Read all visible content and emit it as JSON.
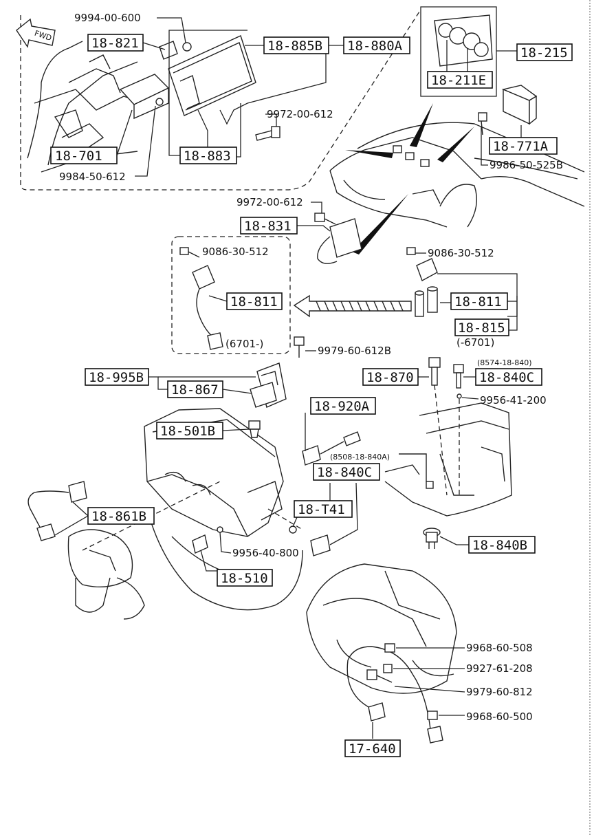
{
  "fwd_label": "FWD",
  "part_boxes": {
    "p18_821": "18-821",
    "p18_885b": "18-885B",
    "p18_880a": "18-880A",
    "p18_215": "18-215",
    "p18_211e": "18-211E",
    "p18_701": "18-701",
    "p18_883": "18-883",
    "p18_771a": "18-771A",
    "p18_831": "18-831",
    "p18_811_left": "18-811",
    "p18_811_right": "18-811",
    "p18_815": "18-815",
    "p18_995b": "18-995B",
    "p18_867": "18-867",
    "p18_870": "18-870",
    "p18_840c_top": "18-840C",
    "p18_920a": "18-920A",
    "p18_501b": "18-501B",
    "p18_840c_mid": "18-840C",
    "p18_t41": "18-T41",
    "p18_861b": "18-861B",
    "p18_840b": "18-840B",
    "p18_510": "18-510",
    "p17_640": "17-640"
  },
  "callouts": {
    "c9994_00_600": "9994-00-600",
    "c9972_00_612_top": "9972-00-612",
    "c9984_50_612": "9984-50-612",
    "c9986_50_525b": "9986-50-525B",
    "c9972_00_612_mid": "9972-00-612",
    "c9086_30_512_left": "9086-30-512",
    "c9086_30_512_right": "9086-30-512",
    "c9979_60_612b": "9979-60-612B",
    "c9956_41_200": "9956-41-200",
    "c9956_40_800": "9956-40-800",
    "c9968_60_508": "9968-60-508",
    "c9927_61_208": "9927-61-208",
    "c9979_60_812": "9979-60-812",
    "c9968_60_500": "9968-60-500"
  },
  "notes": {
    "n6701_minus": "(6701-)",
    "n_minus_6701": "(-6701)",
    "n8574": "(8574-18-840)",
    "n8508": "(8508-18-840A)"
  }
}
